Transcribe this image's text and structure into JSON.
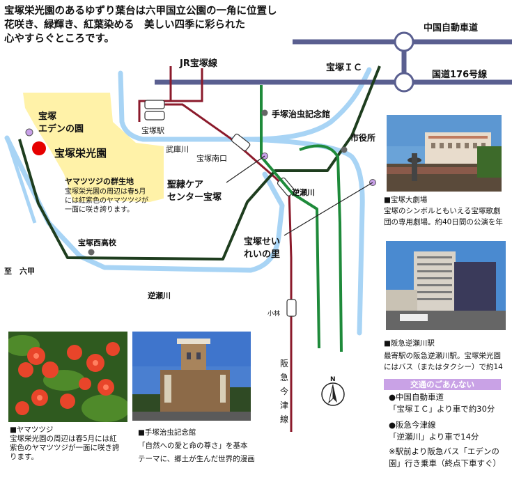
{
  "colors": {
    "rail": "#8b1a2b",
    "road": "#5a5f90",
    "route": "#1e8a3a",
    "river": "#a8d4f5",
    "garden": "#fff2a8",
    "marker": "#e60000",
    "poi": "#666666",
    "poi_purple": "#c8a0e8",
    "banner": "#c9a2e6"
  },
  "header": {
    "line1": "宝塚栄光園のあるゆずり葉台は六甲国立公園の一角に位置し",
    "line2": "花咲き、緑輝き、紅葉染める　美しい四季に彩られた",
    "line3": "心やすらぐところです。"
  },
  "labels": {
    "chugoku_expressway": "中国自動車道",
    "route176": "国道176号線",
    "takarazuka_ic": "宝塚ＩＣ",
    "jr_line": "JR宝塚線",
    "takarazuka_station": "宝塚駅",
    "mukogawa": "武庫川",
    "takarazuka_minamiguchi": "宝塚南口",
    "tezuka_museum": "手塚治虫記念館",
    "city_hall": "市役所",
    "garden_l1": "宝塚",
    "garden_l2": "エデンの園",
    "eikoen": "宝塚栄光園",
    "azalea_title": "ヤマツツジの群生地",
    "azalea_l1": "宝塚栄光園の周辺は春5月",
    "azalea_l2": "には紅紫色のヤマツツジが",
    "azalea_l3": "一面に咲き誇ります。",
    "seirei_care_l1": "聖隷ケア",
    "seirei_care_l2": "センター宝塚",
    "sakasegawa_station": "逆瀬川",
    "seirei_sato_l1": "宝塚せい",
    "seirei_sato_l2": "れいの里",
    "nishi_high": "宝塚西高校",
    "to_rokko": "至　六甲",
    "sakasegawa_river": "逆瀬川",
    "obayashi": "小林",
    "hankyu_line": "阪急今津線",
    "north": "N"
  },
  "photos": {
    "theater_caption_title": "■宝塚大劇場",
    "theater_caption_l1": "宝塚のシンボルともいえる宝塚歌劇",
    "theater_caption_l2": "団の専用劇場。約40日間の公演を年",
    "sakasegawa_caption_title": "■阪急逆瀬川駅",
    "sakasegawa_caption_l1": "最寄駅の阪急逆瀬川駅。宝塚栄光園",
    "sakasegawa_caption_l2": "にはバス（またはタクシー）で約14",
    "azalea_caption_title": "■ヤマツツジ",
    "azalea_caption_l1": "宝塚栄光園の周辺は春5月には紅",
    "azalea_caption_l2": "紫色のヤマツツジが一面に咲き誇",
    "azalea_caption_l3": "ります。",
    "tezuka_caption_title": "■手塚治虫記念館",
    "tezuka_caption_l1": "「自然への愛と命の尊さ」を基本",
    "tezuka_caption_l2": "テーマに、郷土が生んだ世界的漫画"
  },
  "access": {
    "banner": "交通のごあんない",
    "car_title": "●中国自動車道",
    "car_detail": "「宝塚ＩＣ」より車で約30分",
    "train_title": "●阪急今津線",
    "train_detail": "「逆瀬川」より車で14分",
    "bus_l1": "※駅前より阪急バス「エデンの",
    "bus_l2": "園」行き乗車（終点下車すぐ）"
  }
}
